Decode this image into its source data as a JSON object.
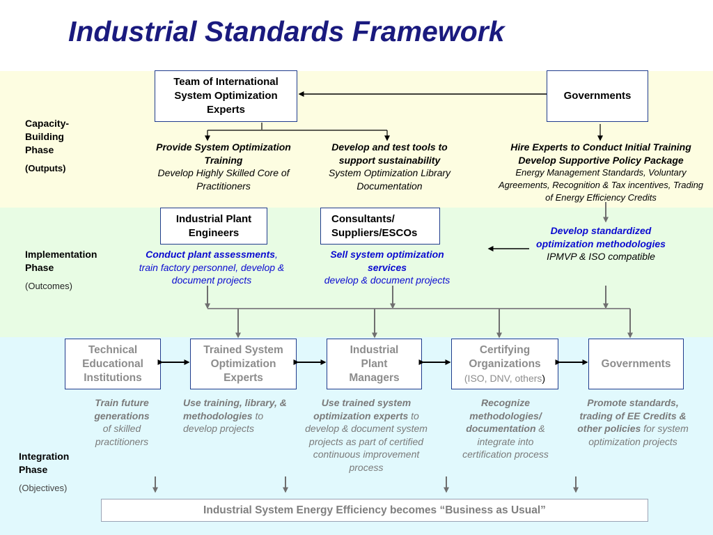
{
  "title": "Industrial Standards Framework",
  "phases": {
    "capacity": {
      "label": "Capacity-Building Phase",
      "sub": "(Outputs)"
    },
    "implementation": {
      "label": "Implementation Phase",
      "sub": "(Outcomes)"
    },
    "integration": {
      "label": "Integration Phase",
      "sub": "(Objectives)"
    }
  },
  "boxes": {
    "team": "Team of International System Optimization Experts",
    "governments_top": "Governments",
    "plant_engineers": "Industrial Plant Engineers",
    "consultants": "Consultants/ Suppliers/ESCOs",
    "technical": "Technical Educational Institutions",
    "trained": "Trained System Optimization Experts",
    "managers": "Industrial Plant Managers",
    "certifying_title": "Certifying Organizations",
    "certifying_sub": "(ISO, DNV, others",
    "certifying_paren": ")",
    "governments_bottom": "Governments"
  },
  "outputs": {
    "training_head": "Provide System Optimization Training",
    "training_body": "Develop Highly Skilled Core of Practitioners",
    "tools_head": "Develop and test tools to support sustainability",
    "tools_body": "System Optimization Library Documentation",
    "hire_head": "Hire Experts to Conduct Initial Training Develop Supportive Policy Package",
    "hire_body": "Energy Management Standards, Voluntary Agreements, Recognition & Tax incentives, Trading of Energy Efficiency Credits"
  },
  "outcomes": {
    "assess_head": "Conduct plant assessments",
    "assess_comma": ",",
    "assess_body": "train factory personnel, develop & document projects",
    "sell_head": "Sell system optimization services",
    "sell_body": "develop & document projects",
    "standard_head": "Develop standardized optimization methodologies",
    "standard_body": "IPMVP & ISO compatible"
  },
  "objectives": {
    "o1_head": "Train future generations",
    "o1_body": "of skilled practitioners",
    "o2_head": "Use training, library, & methodologies",
    "o2_body": " to develop projects",
    "o3_head": "Use trained system optimization experts",
    "o3_body": " to develop & document system projects as part of certified continuous improvement process",
    "o4_head": "Recognize methodologies/ documentation",
    "o4_amp": " & ",
    "o4_body": "integrate into certification process",
    "o5_head": "Promote standards, trading of EE Credits & other policies",
    "o5_body": " for system optimization projects"
  },
  "final": "Industrial System Energy Efficiency becomes “Business as Usual”"
}
